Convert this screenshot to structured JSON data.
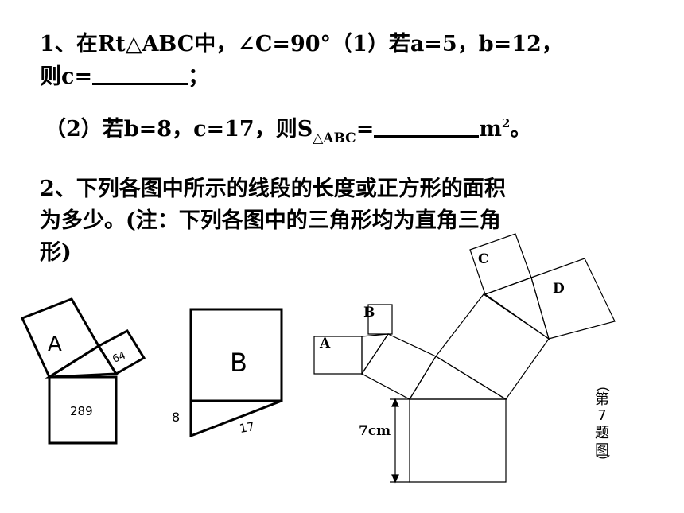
{
  "question1": {
    "line1": "1、在Rt△ABC中，∠C=90°（1）若a=5，b=12，",
    "line2_prefix": "则c=",
    "line2_suffix": "；",
    "line3_prefix": "（2）若b=8，c=17，则S",
    "line3_subscript": "△ABC",
    "line3_equals": "=",
    "line3_unit": "m",
    "line3_unit_exp": "2",
    "line3_end": "。"
  },
  "question2": {
    "line1": "2、下列各图中所示的线段的长度或正方形的面积",
    "line2": "为多少。(注：下列各图中的三角形均为直角三角",
    "line3": "形)"
  },
  "figure1": {
    "square_a": "A",
    "square_64": "64",
    "square_289": "289"
  },
  "figure2": {
    "square_b": "B",
    "side_8": "8",
    "hypotenuse_17": "17"
  },
  "figure3": {
    "label_a": "A",
    "label_b": "B",
    "label_c": "C",
    "label_d": "D",
    "dimension": "7cm",
    "caption_chars": [
      "（",
      "第",
      "7",
      "题",
      "图",
      "）"
    ]
  }
}
